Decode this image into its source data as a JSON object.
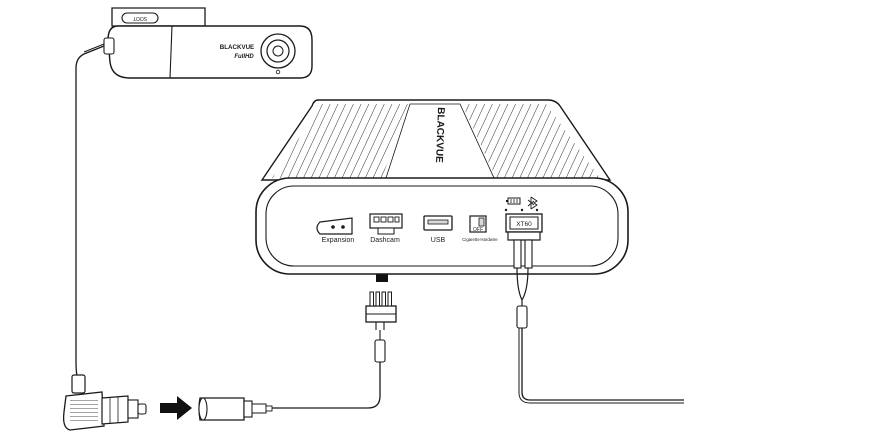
{
  "dashcam": {
    "brand": "BLACKVUE",
    "model": "FullHD",
    "button_label": "SOOT"
  },
  "battery": {
    "brand": "BLACKVUE",
    "ports": {
      "expansion": "Expansion",
      "dashcam": "Dashcam",
      "usb": "USB",
      "switch_off": "OFF",
      "switch_left": "Cigarette",
      "switch_right": "Hardwire",
      "xt60": "XT60"
    }
  },
  "colors": {
    "line": "#1a1a1a",
    "fill": "#ffffff",
    "shade": "#d9d9d9",
    "arrow": "#111111"
  },
  "icons": {
    "battery": "battery-icon",
    "bluetooth": "bluetooth-icon",
    "insert_arrow": "insert-arrow-icon"
  }
}
